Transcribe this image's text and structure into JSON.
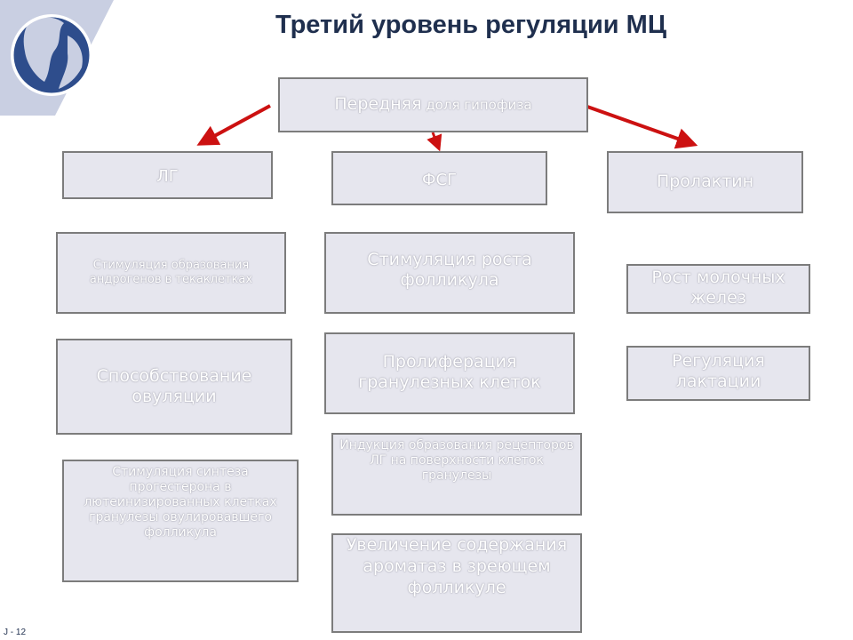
{
  "title": "Третий уровень регуляции МЦ",
  "footer": "J - 12",
  "colors": {
    "title": "#1f2f4e",
    "box_fill": "#e6e6ee",
    "box_border": "#7c7c7c",
    "arrow": "#cc1111",
    "logo_dark": "#2e4d8c",
    "logo_light": "#c9cfe2"
  },
  "root": {
    "part1": "Передняя",
    "part2": " доля гипофиза"
  },
  "hormones": {
    "lg": "ЛГ",
    "fsg": "ФСГ",
    "prolactin": "Пролактин"
  },
  "lg_effects": [
    "Стимуляция образования андрогенов в текаклетках",
    "Способствование овуляции",
    "Стимуляция синтеза прогестерона в лютеинизированных клетках гранулезы овулировавшего фолликула"
  ],
  "fsg_effects": [
    "Стимуляция роста фолликула",
    "Пролиферация гранулезных клеток",
    "Индукция образования рецепторов ЛГ на поверхности клеток гранулезы",
    "Увеличение содержания ароматаз в зреющем фолликуле"
  ],
  "prolactin_effects": [
    "Рост молочных желез",
    "Регуляция лактации"
  ]
}
